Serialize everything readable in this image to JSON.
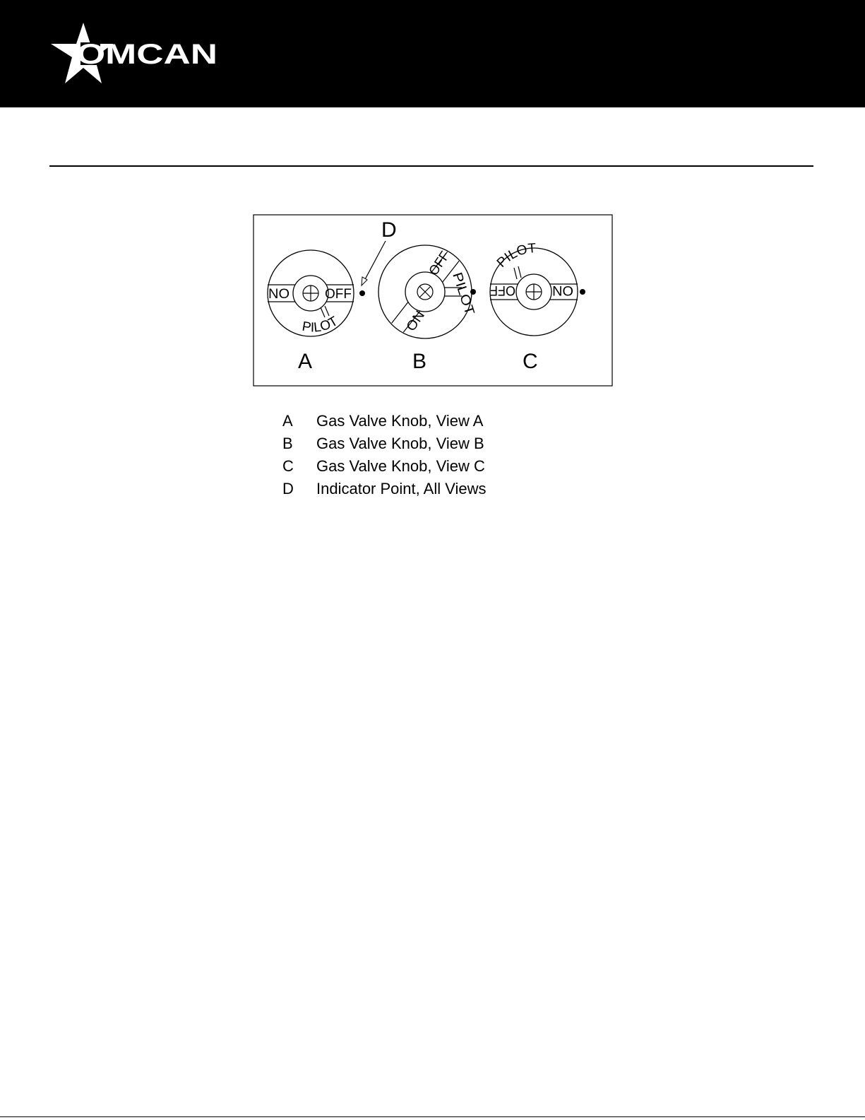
{
  "header": {
    "brand": "OMCAN",
    "background_color": "#000000",
    "logo_color": "#ffffff"
  },
  "figure": {
    "indicator_label": "D",
    "knobs": [
      {
        "view": "A",
        "labels": {
          "left": "NO",
          "right": "OFF",
          "curved": "PILOT"
        }
      },
      {
        "view": "B",
        "labels": {
          "off": "OFF",
          "pilot": "PILOT",
          "on": "ON"
        }
      },
      {
        "view": "C",
        "labels": {
          "left": "OFF",
          "right": "ON",
          "curved": "PILOT"
        }
      }
    ]
  },
  "legend": [
    {
      "key": "A",
      "text": "Gas Valve Knob, View A"
    },
    {
      "key": "B",
      "text": "Gas Valve Knob, View B"
    },
    {
      "key": "C",
      "text": "Gas Valve Knob, View C"
    },
    {
      "key": "D",
      "text": "Indicator Point, All Views"
    }
  ]
}
